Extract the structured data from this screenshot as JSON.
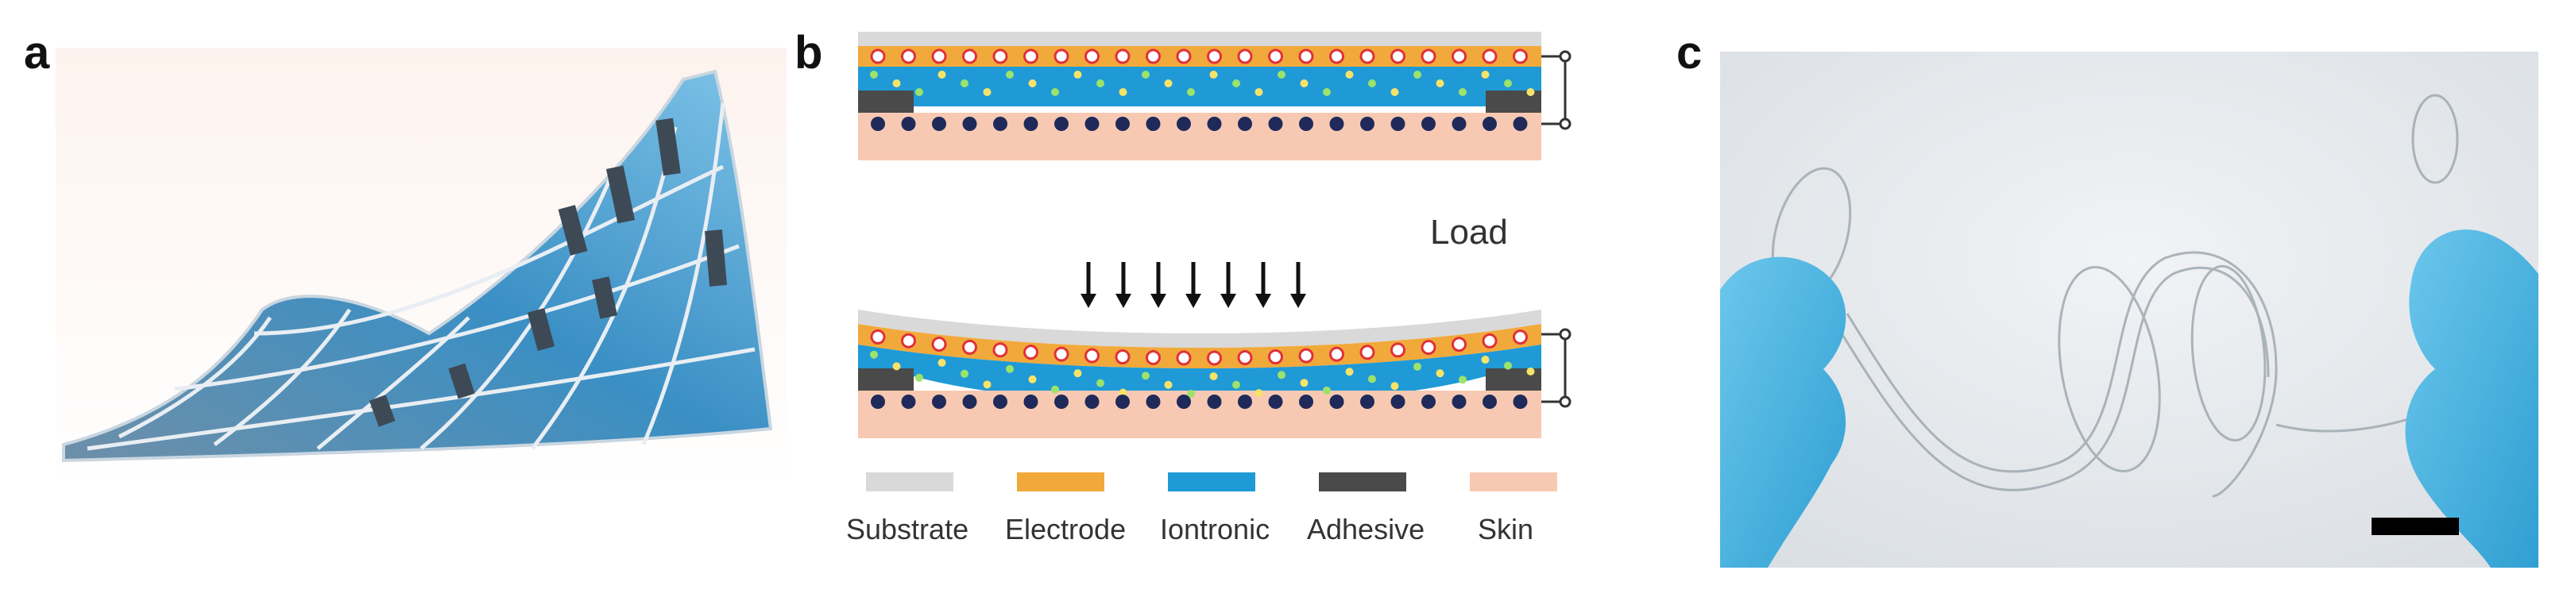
{
  "panels": {
    "a": "a",
    "b": "b",
    "c": "c"
  },
  "diagram": {
    "load_label": "Load",
    "legend": [
      {
        "name": "Substrate",
        "color": "#d9d9d9"
      },
      {
        "name": "Electrode",
        "color": "#f2a93b"
      },
      {
        "name": "Iontronic",
        "color": "#1f9ad6"
      },
      {
        "name": "Adhesive",
        "color": "#4a4a4a"
      },
      {
        "name": "Skin",
        "color": "#f8c9b2"
      }
    ]
  }
}
